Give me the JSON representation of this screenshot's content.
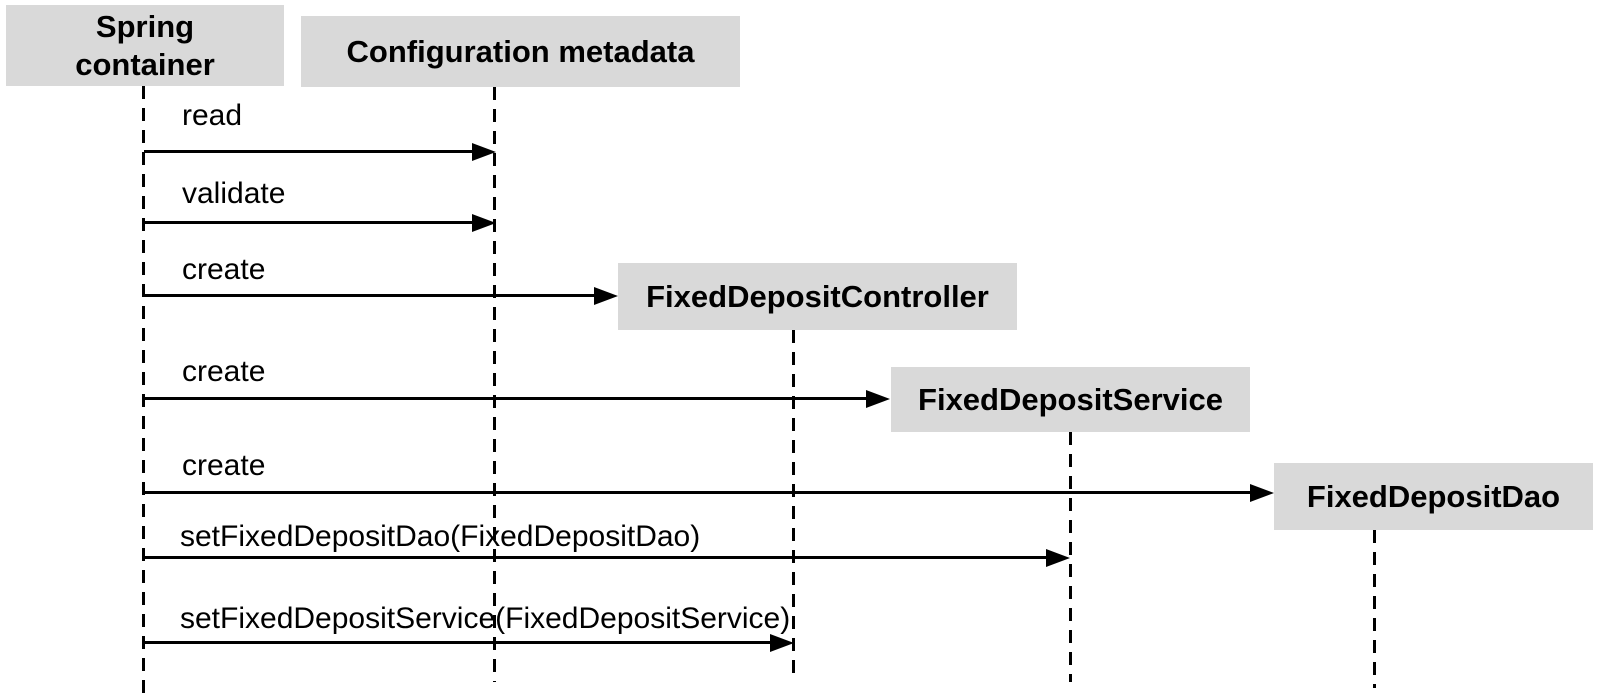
{
  "participants": [
    {
      "label": "Spring\ncontainer"
    },
    {
      "label": "Configuration metadata"
    },
    {
      "label": "FixedDepositController"
    },
    {
      "label": "FixedDepositService"
    },
    {
      "label": "FixedDepositDao"
    }
  ],
  "messages": [
    {
      "label": "read",
      "from": "Spring container",
      "to": "Configuration metadata"
    },
    {
      "label": "validate",
      "from": "Spring container",
      "to": "Configuration metadata"
    },
    {
      "label": "create",
      "from": "Spring container",
      "to": "FixedDepositController"
    },
    {
      "label": "create",
      "from": "Spring container",
      "to": "FixedDepositService"
    },
    {
      "label": "create",
      "from": "Spring container",
      "to": "FixedDepositDao"
    },
    {
      "label": "setFixedDepositDao(FixedDepositDao)",
      "from": "Spring container",
      "to": "FixedDepositService"
    },
    {
      "label": "setFixedDepositService(FixedDepositService)",
      "from": "Spring container",
      "to": "FixedDepositController"
    }
  ],
  "colors": {
    "participant_fill": "#d9d9d9",
    "line": "#000000",
    "text": "#000000",
    "background": "#ffffff"
  }
}
